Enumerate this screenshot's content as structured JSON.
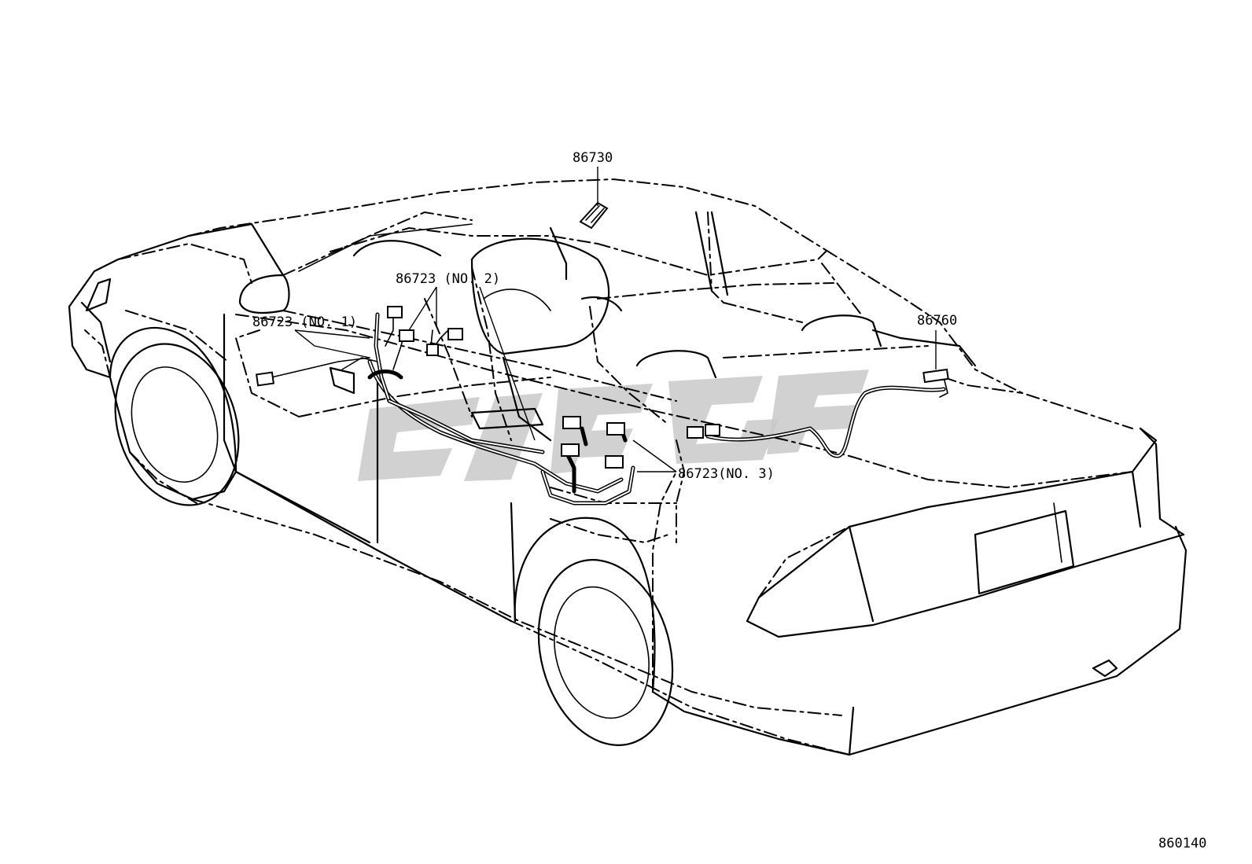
{
  "labels": {
    "part_86730": "86730",
    "part_86723_no2": "86723 (NO. 2)",
    "part_86723_no1": "86723 (NO. 1)",
    "part_86760": "86760",
    "part_86723_no3": "86723(NO. 3)",
    "diagram_id": "860140"
  },
  "colors": {
    "line": "#000000",
    "background": "#ffffff",
    "watermark": "#c9c9c9"
  }
}
